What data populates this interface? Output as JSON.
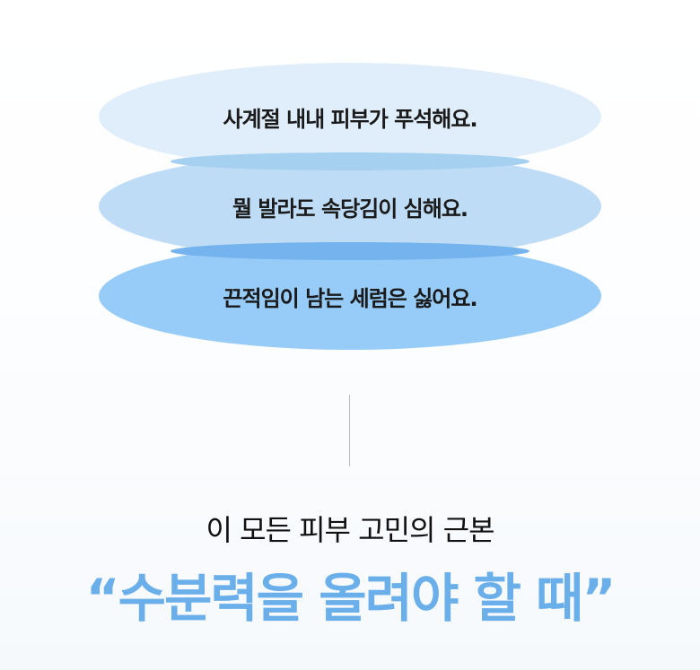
{
  "concerns": [
    {
      "text": "사계절 내내 피부가 푸석해요.",
      "color": "#dfeefa"
    },
    {
      "text": "뭘 발라도 속당김이 심해요.",
      "color": "#bedcf5"
    },
    {
      "text": "끈적임이 남는 세럼은 싫어요.",
      "color": "#97cbf8"
    }
  ],
  "subtitle": "이 모든 피부 고민의 근본",
  "headline": "“수분력을 올려야 할 때”",
  "colors": {
    "accent": "#6aafea",
    "divider": "#b8b8b8"
  }
}
